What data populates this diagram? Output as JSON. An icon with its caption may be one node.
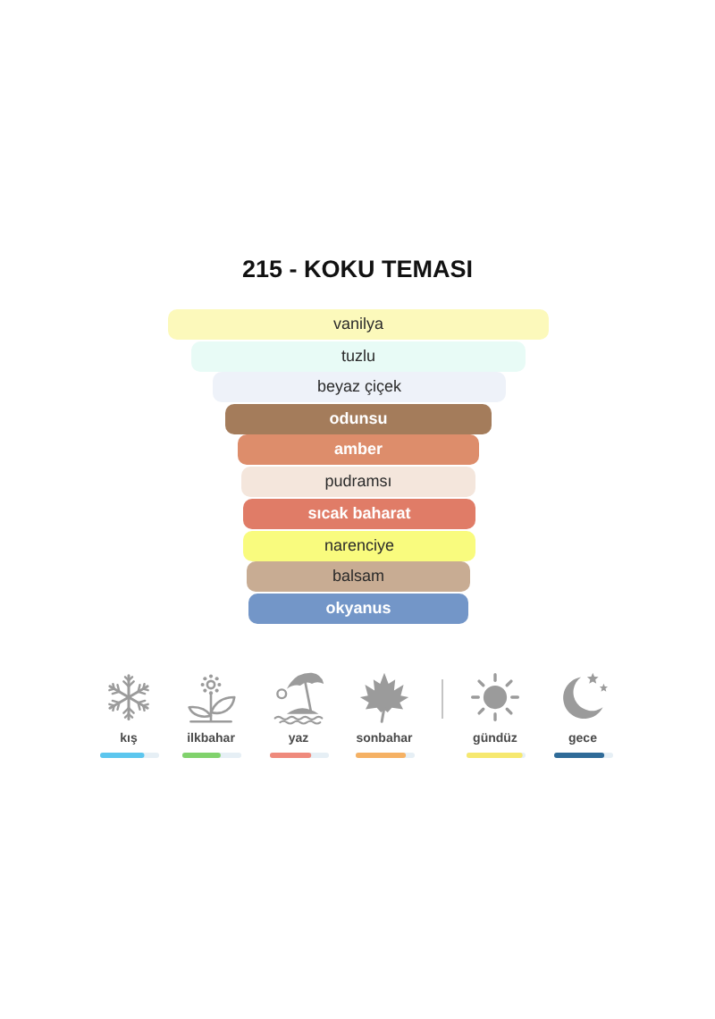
{
  "diagram": {
    "title": "215 - KOKU TEMASI",
    "nodes": [
      {
        "text": [
          "vanilya"
        ]
      },
      {
        "text": [
          "tuzlu"
        ]
      },
      {
        "text": [
          "beyaz çiçek"
        ]
      },
      {
        "text": [
          "odunsu"
        ]
      },
      {
        "text": [
          "amber"
        ]
      },
      {
        "text": [
          "pudramsı"
        ]
      },
      {
        "text": [
          "sıcak baharat"
        ]
      },
      {
        "text": [
          "narenciye"
        ]
      },
      {
        "text": [
          "balsam"
        ]
      },
      {
        "text": [
          "okyanus"
        ]
      }
    ],
    "edges": [],
    "labels": [
      "kış",
      "ilkbahar",
      "yaz",
      "sonbahar",
      "gündüz",
      "gece"
    ]
  }
}
